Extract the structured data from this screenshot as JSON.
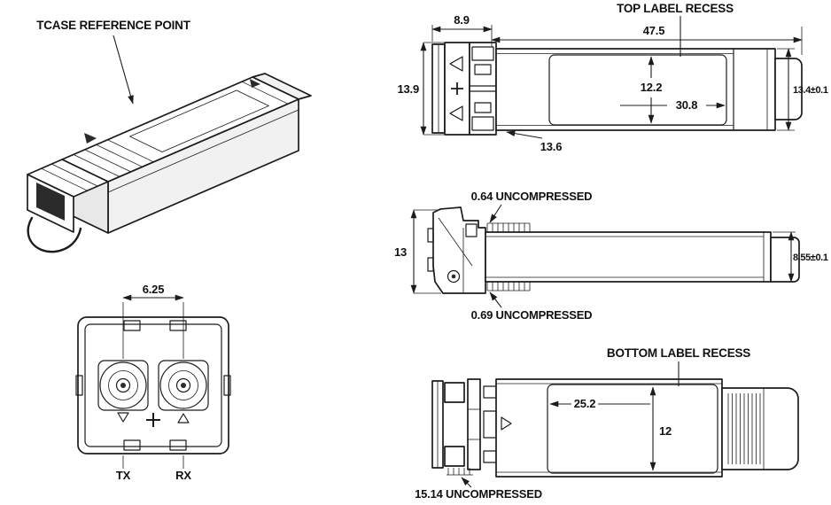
{
  "page": {
    "background": "#ffffff",
    "ink": "#1c1c1c"
  },
  "views": {
    "isometric": {
      "callout": "TCASE REFERENCE POINT"
    },
    "front": {
      "dims": {
        "pitch": "6.25"
      },
      "labels": {
        "tx": "TX",
        "rx": "RX"
      }
    },
    "top": {
      "callout": "TOP LABEL RECESS",
      "dims": {
        "front_section": "8.9",
        "overall_length": "47.5",
        "front_width": "13.9",
        "recess_width": "12.2",
        "recess_length": "30.8",
        "body_width": "13.4±0.1",
        "latch_length": "13.6"
      }
    },
    "side": {
      "dims": {
        "top_spring": "0.64 UNCOMPRESSED",
        "front_height": "13",
        "bottom_spring": "0.69 UNCOMPRESSED",
        "body_height": "8.55±0.1"
      }
    },
    "bottom": {
      "callout": "BOTTOM LABEL RECESS",
      "dims": {
        "recess_length": "25.2",
        "recess_width": "12",
        "spring": "15.14 UNCOMPRESSED"
      }
    }
  }
}
